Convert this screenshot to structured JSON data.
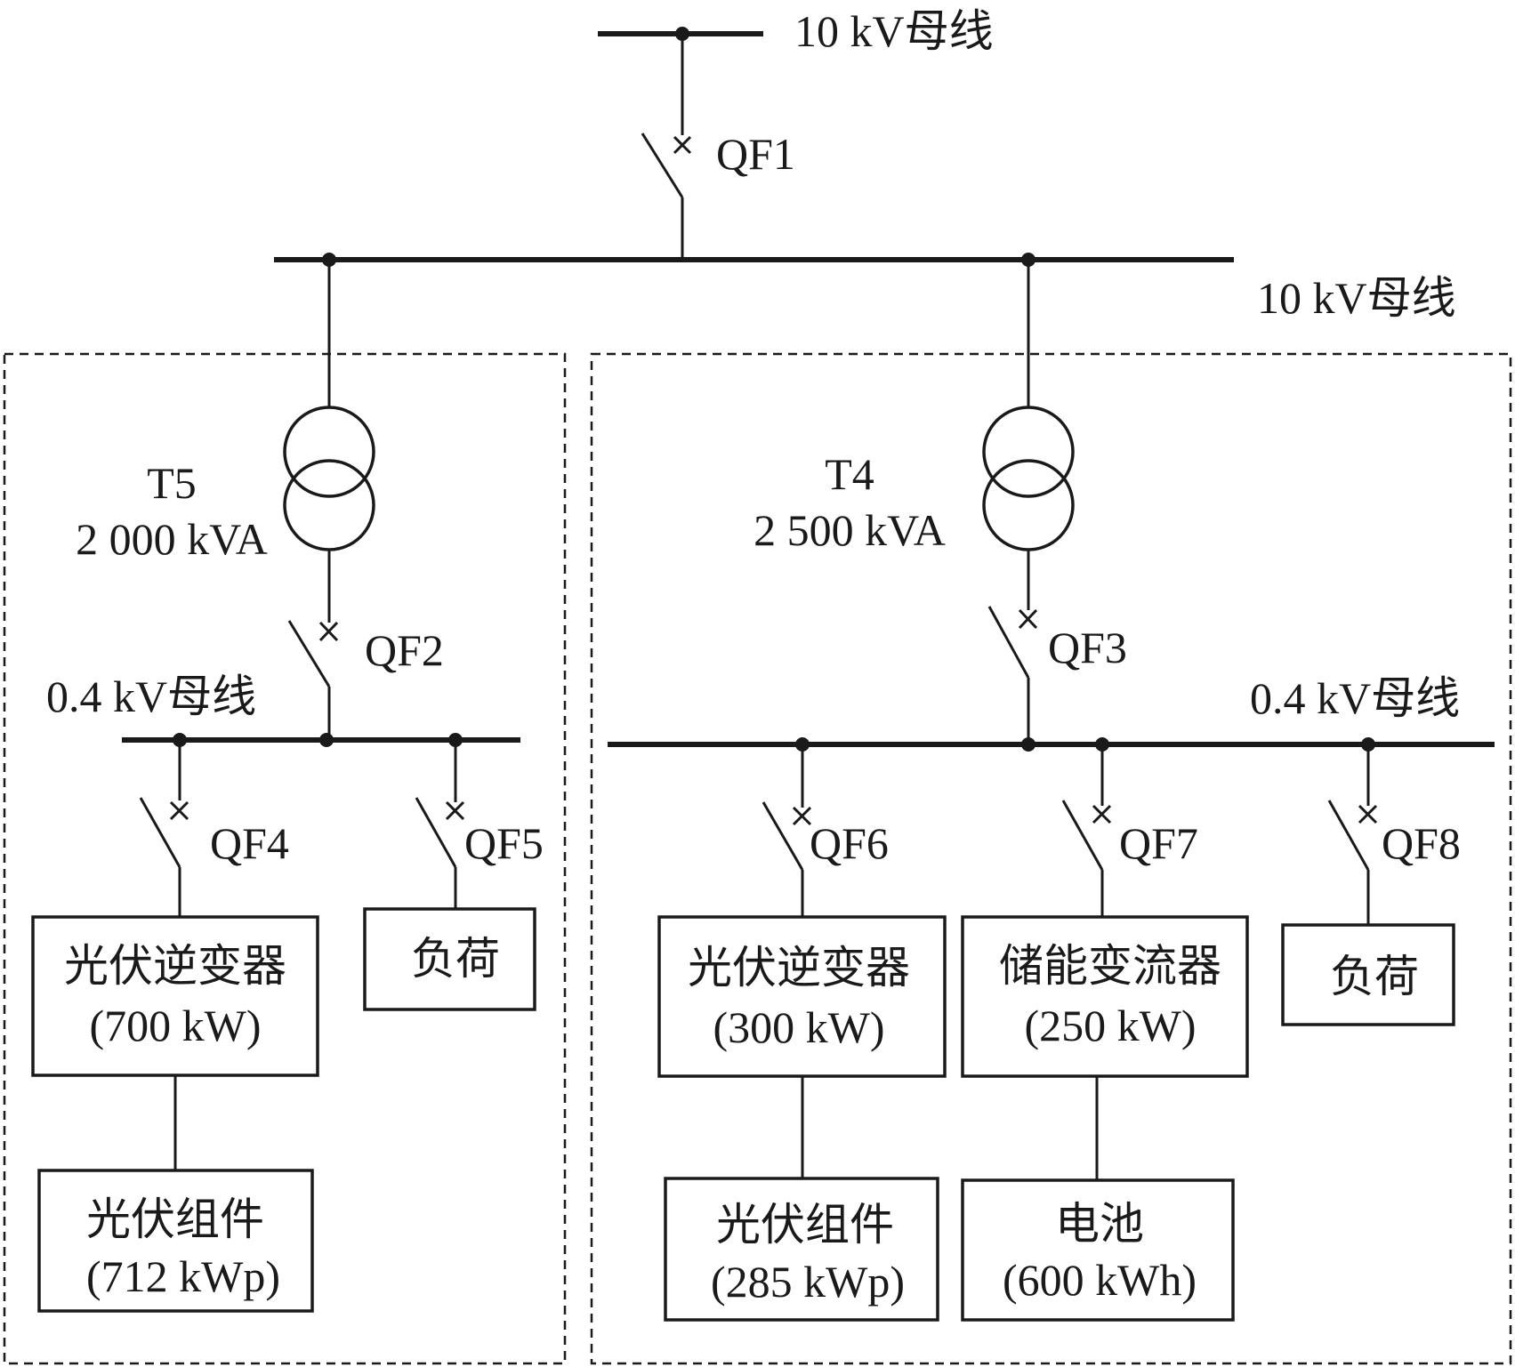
{
  "buses": {
    "hv_top": "10 kV母线",
    "hv_main": "10 kV母线",
    "lv_left": "0.4 kV母线",
    "lv_right": "0.4 kV母线"
  },
  "breakers": {
    "qf1": "QF1",
    "qf2": "QF2",
    "qf3": "QF3",
    "qf4": "QF4",
    "qf5": "QF5",
    "qf6": "QF6",
    "qf7": "QF7",
    "qf8": "QF8"
  },
  "transformers": {
    "t5": {
      "name": "T5",
      "rating": "2 000 kVA"
    },
    "t4": {
      "name": "T4",
      "rating": "2 500 kVA"
    }
  },
  "equipment": {
    "pv_inverter_left": {
      "name": "光伏逆变器",
      "rating": "(700 kW)"
    },
    "load_left": {
      "name": "负荷"
    },
    "pv_module_left": {
      "name": "光伏组件",
      "rating": "(712 kWp)"
    },
    "pv_inverter_right": {
      "name": "光伏逆变器",
      "rating": "(300 kW)"
    },
    "storage_converter": {
      "name": "储能变流器",
      "rating": "(250 kW)"
    },
    "load_right": {
      "name": "负荷"
    },
    "pv_module_right": {
      "name": "光伏组件",
      "rating": "(285 kWp)"
    },
    "battery": {
      "name": "电池",
      "rating": "(600 kWh)"
    }
  }
}
